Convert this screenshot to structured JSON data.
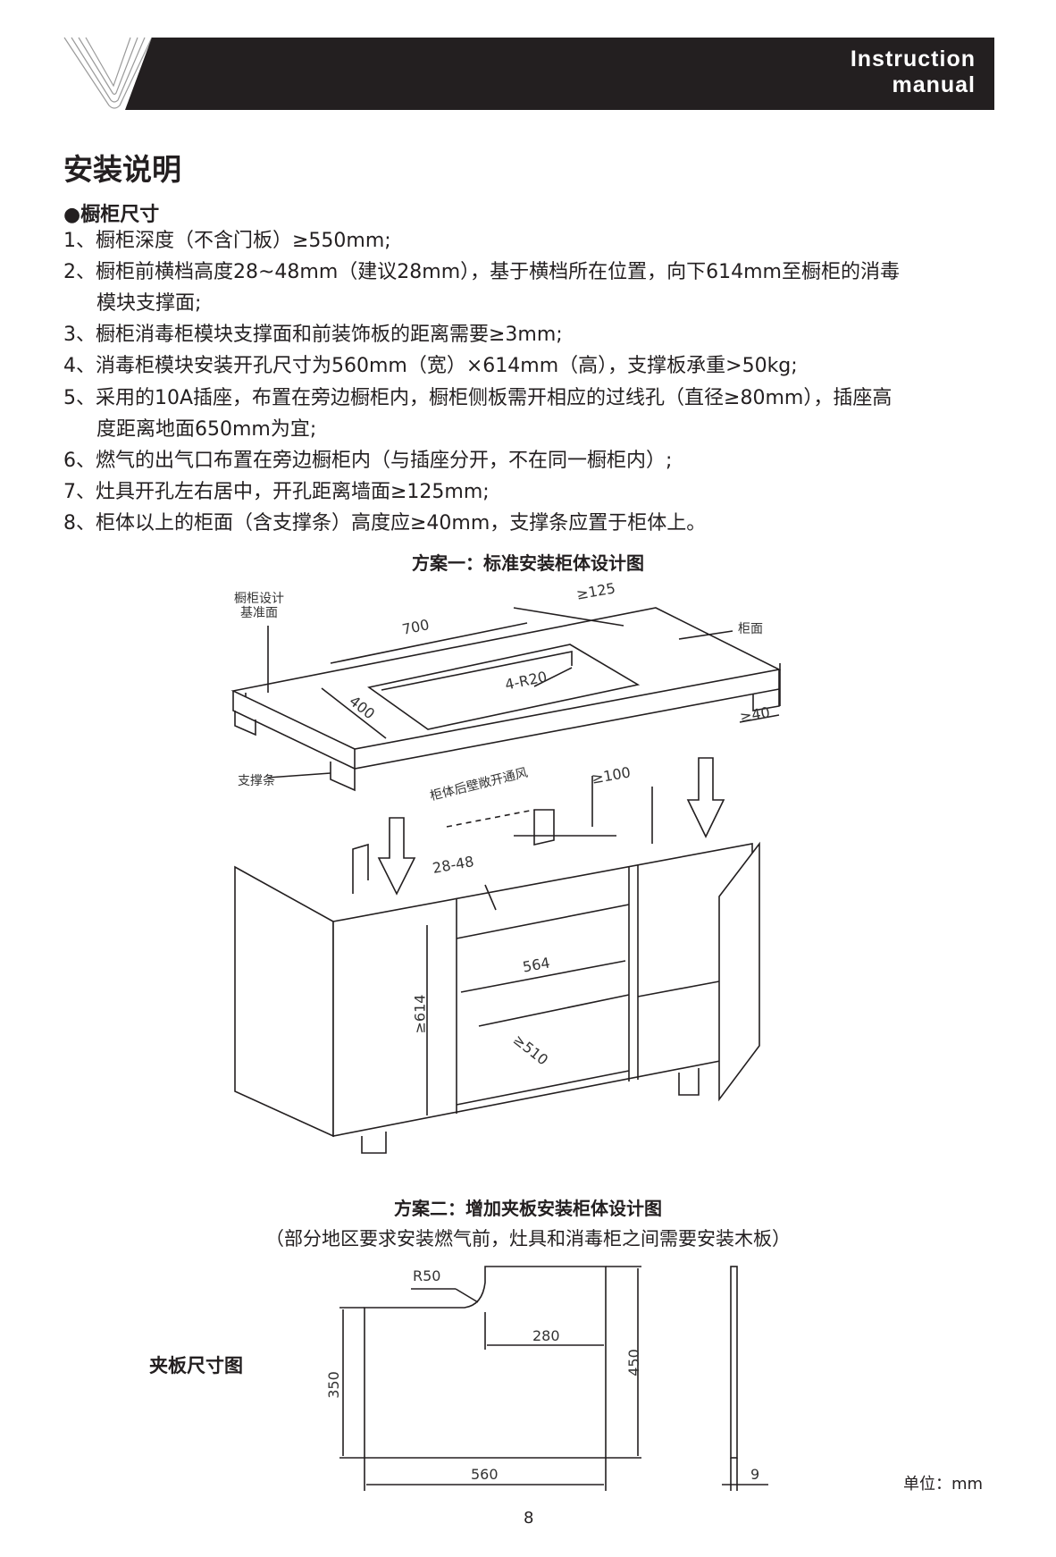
{
  "header": {
    "title_line1": "Instruction",
    "title_line2": "manual"
  },
  "section_title": "安装说明",
  "subheading": "●橱柜尺寸",
  "items": [
    "1、橱柜深度（不含门板）≥550mm;",
    "2、橱柜前横档高度28~48mm（建议28mm），基于横档所在位置，向下614mm至橱柜的消毒",
    "模块支撑面;",
    "3、橱柜消毒柜模块支撑面和前装饰板的距离需要≥3mm;",
    "4、消毒柜模块安装开孔尺寸为560mm（宽）×614mm（高），支撑板承重>50kg;",
    "5、采用的10A插座，布置在旁边橱柜内，橱柜侧板需开相应的过线孔（直径≥80mm），插座高",
    "度距离地面650mm为宜;",
    "6、燃气的出气口布置在旁边橱柜内（与插座分开，不在同一橱柜内）;",
    "7、灶具开孔左右居中，开孔距离墙面≥125mm;",
    "8、柜体以上的柜面（含支撑条）高度应≥40mm，支撑条应置于柜体上。"
  ],
  "plan1": {
    "title": "方案一：标准安装柜体设计图",
    "labels": {
      "datum_line1": "橱柜设计",
      "datum_line2": "基准面",
      "dim_700": "700",
      "dim_125": "≥125",
      "countertop": "柜面",
      "radius": "4-R20",
      "dim_400": "400",
      "dim_40": "≥40",
      "support_strip": "支撑条",
      "vent": "柜体后壁敞开通风",
      "dim_100": "≥100",
      "dim_28_48": "28-48",
      "dim_564": "564",
      "dim_614": "≥614",
      "dim_510": "≥510"
    }
  },
  "plan2": {
    "title": "方案二：增加夹板安装柜体设计图",
    "subtitle": "（部分地区要求安装燃气前，灶具和消毒柜之间需要安装木板）",
    "side_label": "夹板尺寸图",
    "labels": {
      "r50": "R50",
      "dim_280": "280",
      "dim_350": "350",
      "dim_450": "450",
      "dim_560": "560",
      "dim_9": "9"
    },
    "unit": "单位：mm"
  },
  "page_number": "8"
}
